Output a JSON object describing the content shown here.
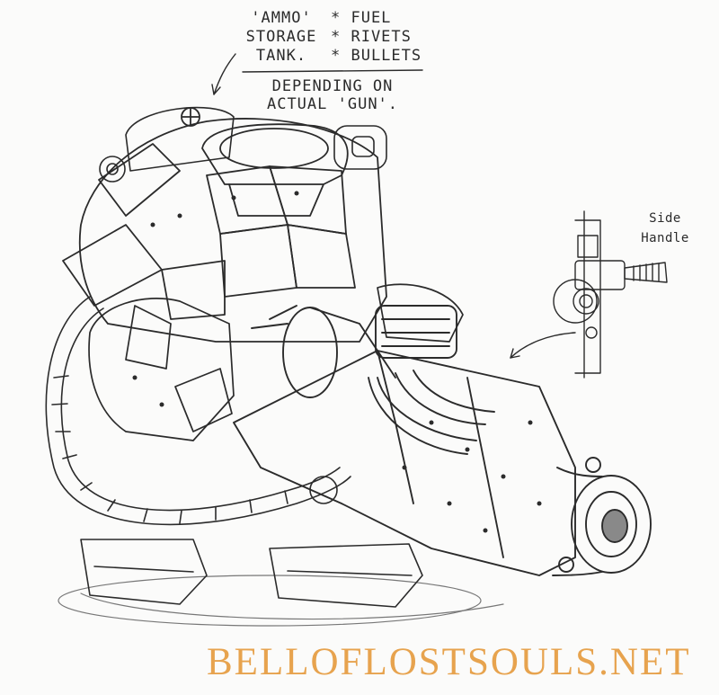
{
  "annotations": {
    "ammo_tank": [
      "'AMMO'",
      "STORAGE",
      "TANK."
    ],
    "contents": [
      "* FUEL",
      "* RIVETS",
      "* BULLETS"
    ],
    "depending": [
      "DEPENDING ON",
      "ACTUAL 'GUN'."
    ],
    "side_handle": [
      "Side",
      "Handle"
    ]
  },
  "watermark": "BELLOFLOSTSOULS.NET",
  "colors": {
    "ink": "#2b2b2b",
    "watermark": "#e7a34e",
    "paper": "#fbfbfa"
  }
}
